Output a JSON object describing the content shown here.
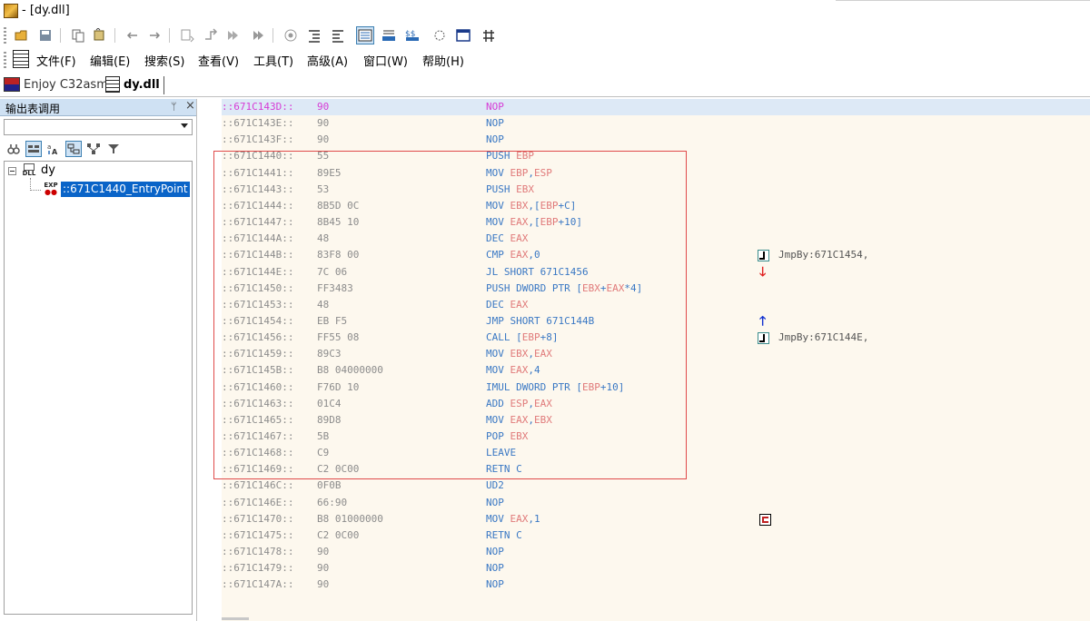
{
  "window": {
    "title": "- [dy.dll]"
  },
  "toolbar": {
    "buttons": [
      {
        "icon": "open-folder-icon"
      },
      {
        "icon": "save-icon"
      },
      {
        "icon": "copy-icon"
      },
      {
        "icon": "find-icon"
      },
      {
        "icon": "back-arrow-icon"
      },
      {
        "icon": "forward-arrow-icon"
      },
      {
        "icon": "step-icon"
      },
      {
        "icon": "jump-icon"
      },
      {
        "icon": "run-icon"
      },
      {
        "icon": "run-all-icon"
      },
      {
        "icon": "target-icon"
      },
      {
        "icon": "list-indent-icon"
      },
      {
        "icon": "list-outdent-icon"
      },
      {
        "icon": "view-hex-icon",
        "active": true
      },
      {
        "icon": "view-bar-icon"
      },
      {
        "icon": "view-dollar-icon"
      },
      {
        "icon": "puzzle-icon"
      },
      {
        "icon": "window-icon"
      },
      {
        "icon": "grid-icon"
      }
    ]
  },
  "menu": {
    "items": [
      "文件(F)",
      "编辑(E)",
      "搜索(S)",
      "查看(V)",
      "工具(T)",
      "高级(A)",
      "窗口(W)",
      "帮助(H)"
    ]
  },
  "tabs": [
    {
      "label": "Enjoy C32asm",
      "active": false
    },
    {
      "label": "dy.dll",
      "active": true
    }
  ],
  "left_panel": {
    "title": "输出表调用",
    "pin": "ᛘ",
    "close": "×",
    "tree": {
      "root": {
        "label": "dy",
        "icon_text": "DLL"
      },
      "child": {
        "label": "::671C1440_EntryPoint",
        "icon_text": "EXP"
      }
    }
  },
  "code": {
    "rows": [
      {
        "addr": "::671C143D::",
        "hex": "90",
        "instr": [
          {
            "t": "NOP"
          }
        ],
        "highlight": true,
        "magenta": true
      },
      {
        "addr": "::671C143E::",
        "hex": "90",
        "instr": [
          {
            "t": "NOP"
          }
        ]
      },
      {
        "addr": "::671C143F::",
        "hex": "90",
        "instr": [
          {
            "t": "NOP"
          }
        ]
      },
      {
        "addr": "::671C1440::",
        "hex": "55",
        "instr": [
          {
            "t": "PUSH "
          },
          {
            "t": "EBP",
            "r": 1
          }
        ]
      },
      {
        "addr": "::671C1441::",
        "hex": "89E5",
        "instr": [
          {
            "t": "MOV "
          },
          {
            "t": "EBP",
            "r": 1
          },
          {
            "t": ","
          },
          {
            "t": "ESP",
            "r": 1
          }
        ]
      },
      {
        "addr": "::671C1443::",
        "hex": "53",
        "instr": [
          {
            "t": "PUSH "
          },
          {
            "t": "EBX",
            "r": 1
          }
        ]
      },
      {
        "addr": "::671C1444::",
        "hex": "8B5D 0C",
        "instr": [
          {
            "t": "MOV "
          },
          {
            "t": "EBX",
            "r": 1
          },
          {
            "t": ",["
          },
          {
            "t": "EBP",
            "r": 1
          },
          {
            "t": "+C]"
          }
        ]
      },
      {
        "addr": "::671C1447::",
        "hex": "8B45 10",
        "instr": [
          {
            "t": "MOV "
          },
          {
            "t": "EAX",
            "r": 1
          },
          {
            "t": ",["
          },
          {
            "t": "EBP",
            "r": 1
          },
          {
            "t": "+10]"
          }
        ]
      },
      {
        "addr": "::671C144A::",
        "hex": "48",
        "instr": [
          {
            "t": "DEC "
          },
          {
            "t": "EAX",
            "r": 1
          }
        ]
      },
      {
        "addr": "::671C144B::",
        "hex": "83F8 00",
        "instr": [
          {
            "t": "CMP "
          },
          {
            "t": "EAX",
            "r": 1
          },
          {
            "t": ",0"
          }
        ],
        "mark": "jmp",
        "comment": "JmpBy:671C1454,"
      },
      {
        "addr": "::671C144E::",
        "hex": "7C 06",
        "instr": [
          {
            "t": "JL SHORT 671C1456"
          }
        ],
        "mark": "down"
      },
      {
        "addr": "::671C1450::",
        "hex": "FF3483",
        "instr": [
          {
            "t": "PUSH DWORD PTR ["
          },
          {
            "t": "EBX",
            "r": 1
          },
          {
            "t": "+"
          },
          {
            "t": "EAX",
            "r": 1
          },
          {
            "t": "*4]"
          }
        ]
      },
      {
        "addr": "::671C1453::",
        "hex": "48",
        "instr": [
          {
            "t": "DEC "
          },
          {
            "t": "EAX",
            "r": 1
          }
        ]
      },
      {
        "addr": "::671C1454::",
        "hex": "EB F5",
        "instr": [
          {
            "t": "JMP SHORT 671C144B"
          }
        ],
        "mark": "up"
      },
      {
        "addr": "::671C1456::",
        "hex": "FF55 08",
        "instr": [
          {
            "t": "CALL ["
          },
          {
            "t": "EBP",
            "r": 1
          },
          {
            "t": "+8]"
          }
        ],
        "mark": "jmp",
        "comment": "JmpBy:671C144E,"
      },
      {
        "addr": "::671C1459::",
        "hex": "89C3",
        "instr": [
          {
            "t": "MOV "
          },
          {
            "t": "EBX",
            "r": 1
          },
          {
            "t": ","
          },
          {
            "t": "EAX",
            "r": 1
          }
        ]
      },
      {
        "addr": "::671C145B::",
        "hex": "B8 04000000",
        "instr": [
          {
            "t": "MOV "
          },
          {
            "t": "EAX",
            "r": 1
          },
          {
            "t": ",4"
          }
        ]
      },
      {
        "addr": "::671C1460::",
        "hex": "F76D 10",
        "instr": [
          {
            "t": "IMUL DWORD PTR ["
          },
          {
            "t": "EBP",
            "r": 1
          },
          {
            "t": "+10]"
          }
        ]
      },
      {
        "addr": "::671C1463::",
        "hex": "01C4",
        "instr": [
          {
            "t": "ADD "
          },
          {
            "t": "ESP",
            "r": 1
          },
          {
            "t": ","
          },
          {
            "t": "EAX",
            "r": 1
          }
        ]
      },
      {
        "addr": "::671C1465::",
        "hex": "89D8",
        "instr": [
          {
            "t": "MOV "
          },
          {
            "t": "EAX",
            "r": 1
          },
          {
            "t": ","
          },
          {
            "t": "EBX",
            "r": 1
          }
        ]
      },
      {
        "addr": "::671C1467::",
        "hex": "5B",
        "instr": [
          {
            "t": "POP "
          },
          {
            "t": "EBX",
            "r": 1
          }
        ]
      },
      {
        "addr": "::671C1468::",
        "hex": "C9",
        "instr": [
          {
            "t": "LEAVE"
          }
        ]
      },
      {
        "addr": "::671C1469::",
        "hex": "C2 0C00",
        "instr": [
          {
            "t": "RETN C"
          }
        ]
      },
      {
        "addr": "::671C146C::",
        "hex": "0F0B",
        "instr": [
          {
            "t": "UD2"
          }
        ]
      },
      {
        "addr": "::671C146E::",
        "hex": "66:90",
        "instr": [
          {
            "t": "NOP"
          }
        ]
      },
      {
        "addr": "::671C1470::",
        "hex": "B8 01000000",
        "instr": [
          {
            "t": "MOV "
          },
          {
            "t": "EAX",
            "r": 1
          },
          {
            "t": ",1"
          }
        ],
        "mark": "ret"
      },
      {
        "addr": "::671C1475::",
        "hex": "C2 0C00",
        "instr": [
          {
            "t": "RETN C"
          }
        ]
      },
      {
        "addr": "::671C1478::",
        "hex": "90",
        "instr": [
          {
            "t": "NOP"
          }
        ]
      },
      {
        "addr": "::671C1479::",
        "hex": "90",
        "instr": [
          {
            "t": "NOP"
          }
        ]
      },
      {
        "addr": "::671C147A::",
        "hex": "90",
        "instr": [
          {
            "t": "NOP"
          }
        ]
      }
    ],
    "arrows": {
      "down": "🡓",
      "up": "🡑"
    },
    "colors": {
      "register": "#e07a7a",
      "instruction": "#3a78c4",
      "address": "#8c8c8c",
      "highlight_row": "#dde9f6",
      "function_box": "#e04a4a",
      "background": "#fdf8ee",
      "current_address": "#d63cd6"
    }
  }
}
